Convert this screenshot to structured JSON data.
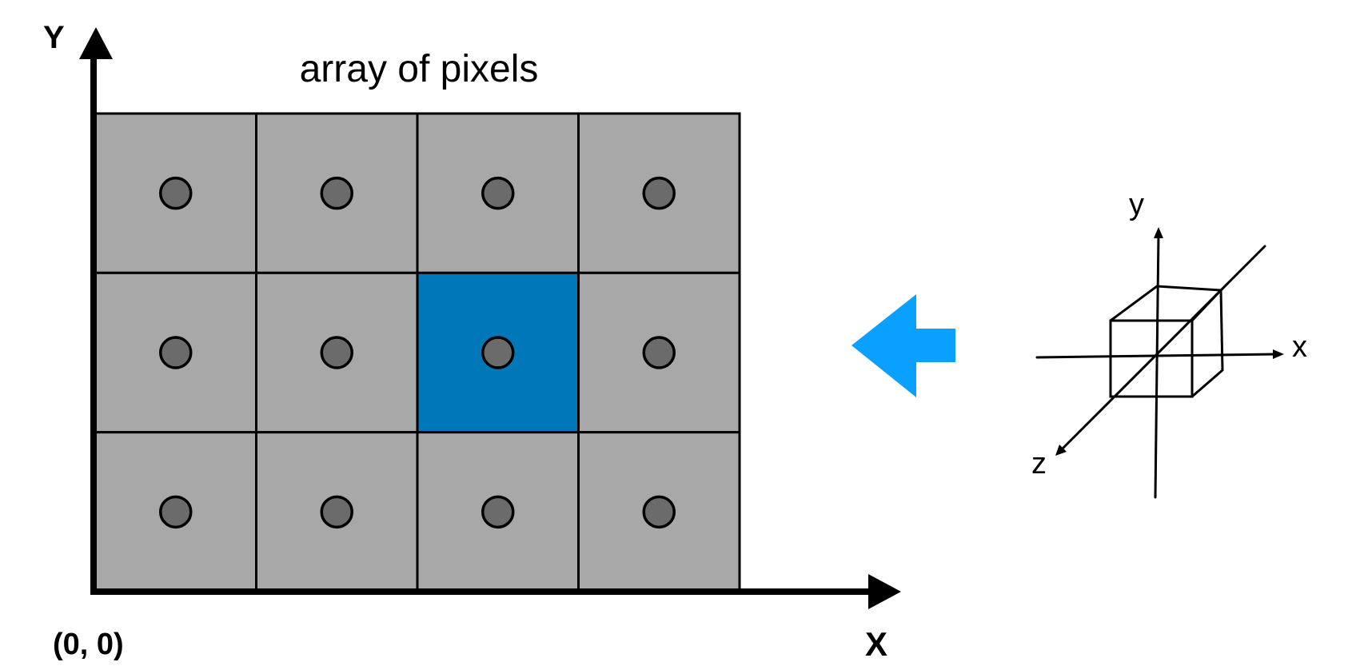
{
  "title": "array of pixels",
  "axes": {
    "y_label": "Y",
    "x_label": "X",
    "origin_label": "(0, 0)"
  },
  "grid": {
    "rows": 3,
    "cols": 4,
    "highlighted": {
      "row": 1,
      "col": 2
    }
  },
  "colors": {
    "cell": "#a8a8a8",
    "highlight": "#0077b9",
    "dot": "#6b6b6b",
    "arrow": "#0aa0ff"
  },
  "coord_system": {
    "x_label": "x",
    "y_label": "y",
    "z_label": "z"
  }
}
